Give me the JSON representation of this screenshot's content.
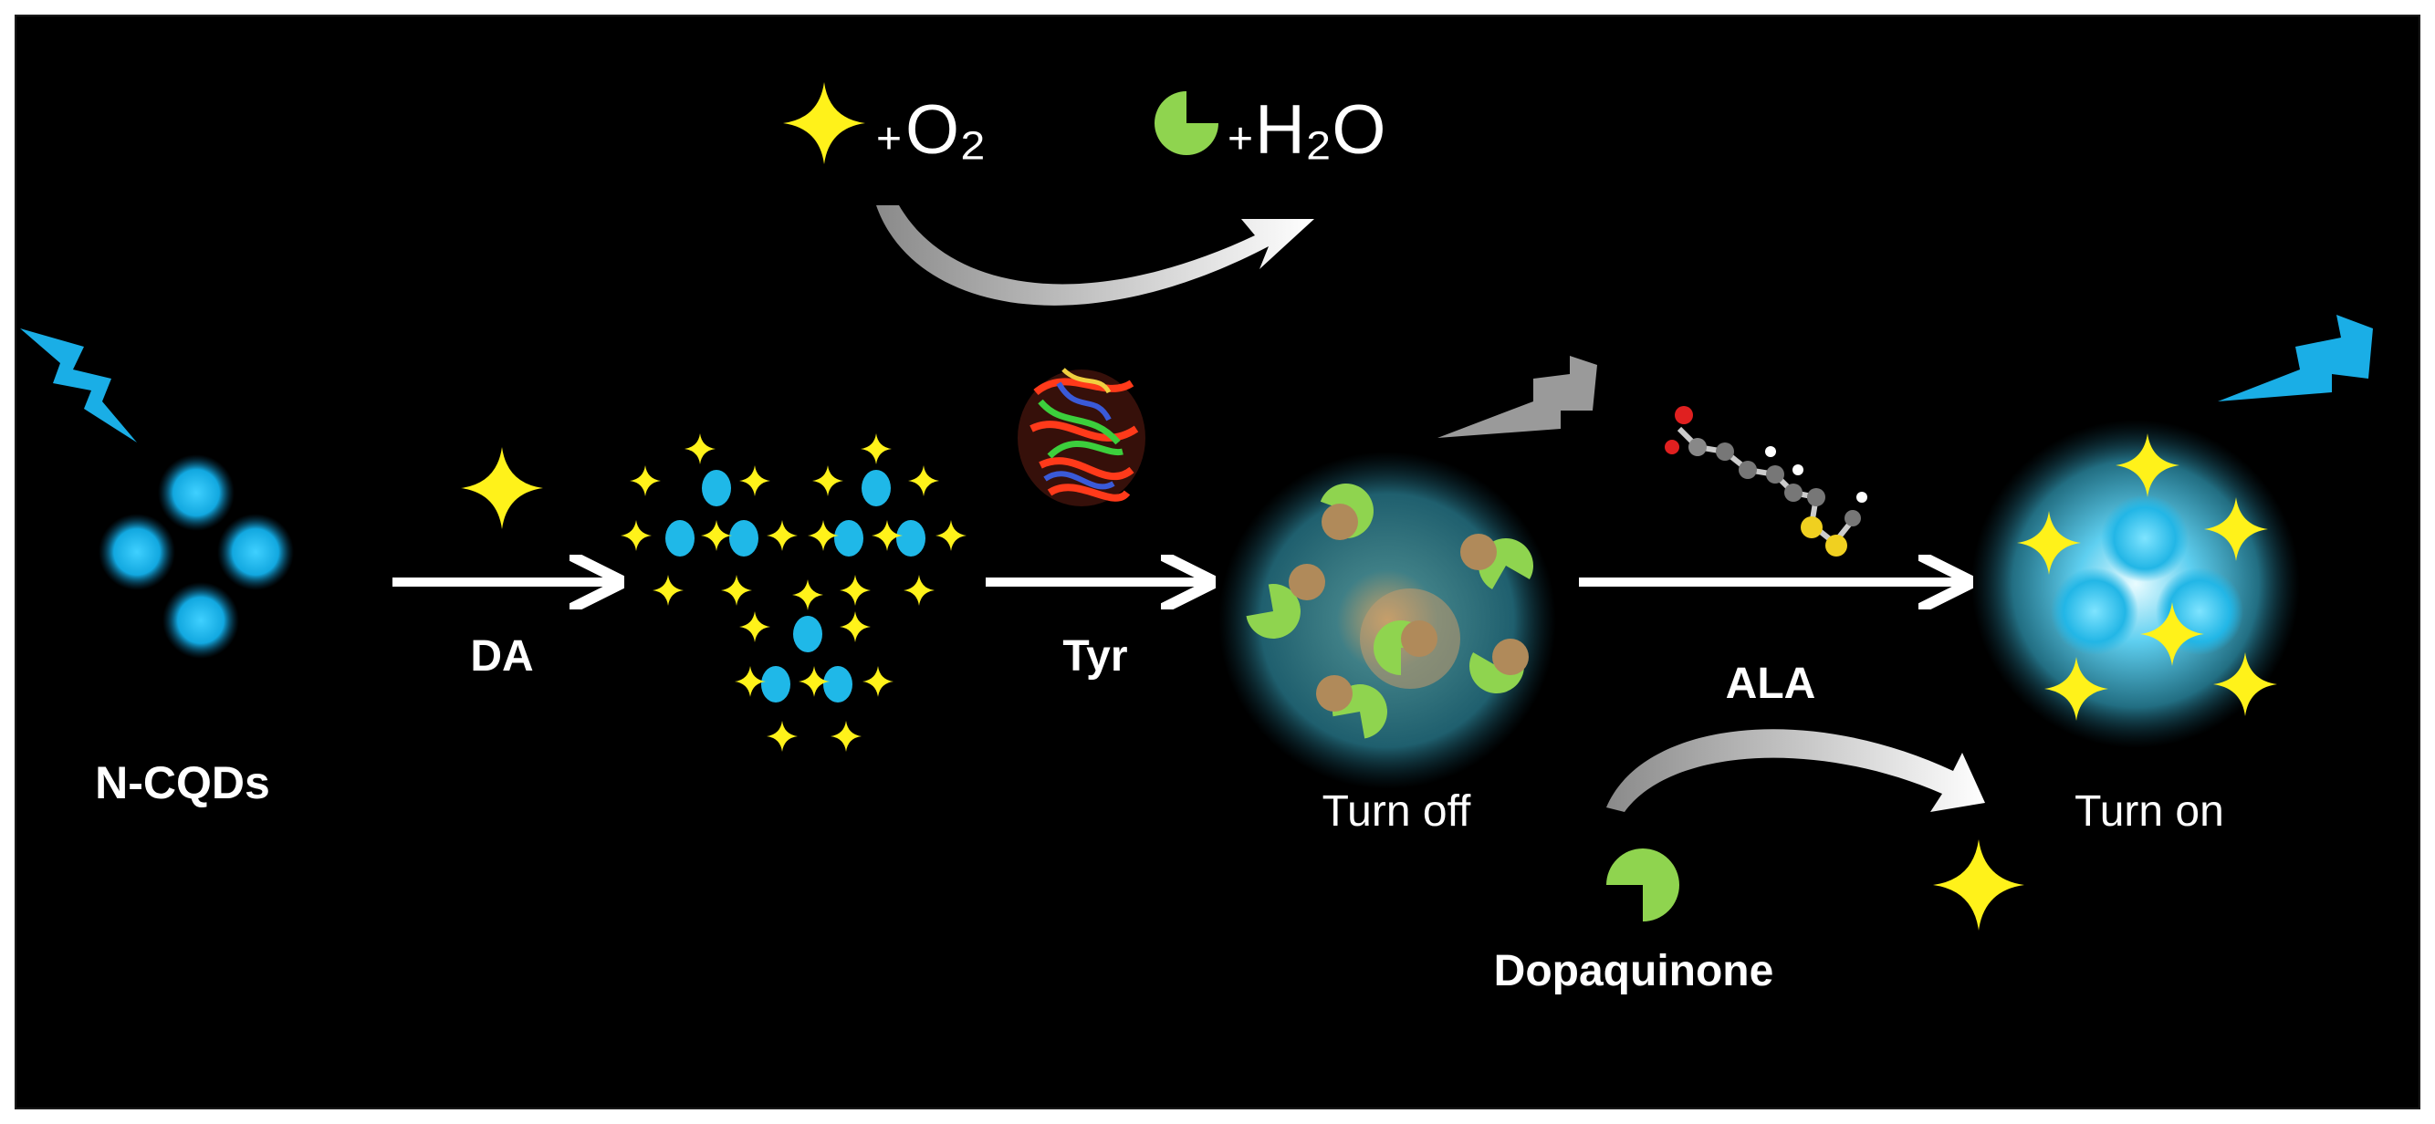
{
  "labels": {
    "ncqds": "N-CQDs",
    "da": "DA",
    "tyr": "Tyr",
    "turn_off": "Turn off",
    "ala": "ALA",
    "turn_on": "Turn on",
    "dopaquinone": "Dopaquinone"
  },
  "top_reaction": {
    "plus1": "+",
    "o2": "O₂",
    "plus2": "+",
    "h2o": "H₂O"
  },
  "colors": {
    "background": "#000000",
    "qd_blue": "#1fb8e8",
    "star_yellow": "#fff21a",
    "quinone_green": "#8fd44f",
    "particle_brown": "#b08a5a",
    "lightning_blue": "#1aaee6",
    "lightning_gray": "#9a9a9a",
    "shell_teal": "#2a6f7d"
  }
}
